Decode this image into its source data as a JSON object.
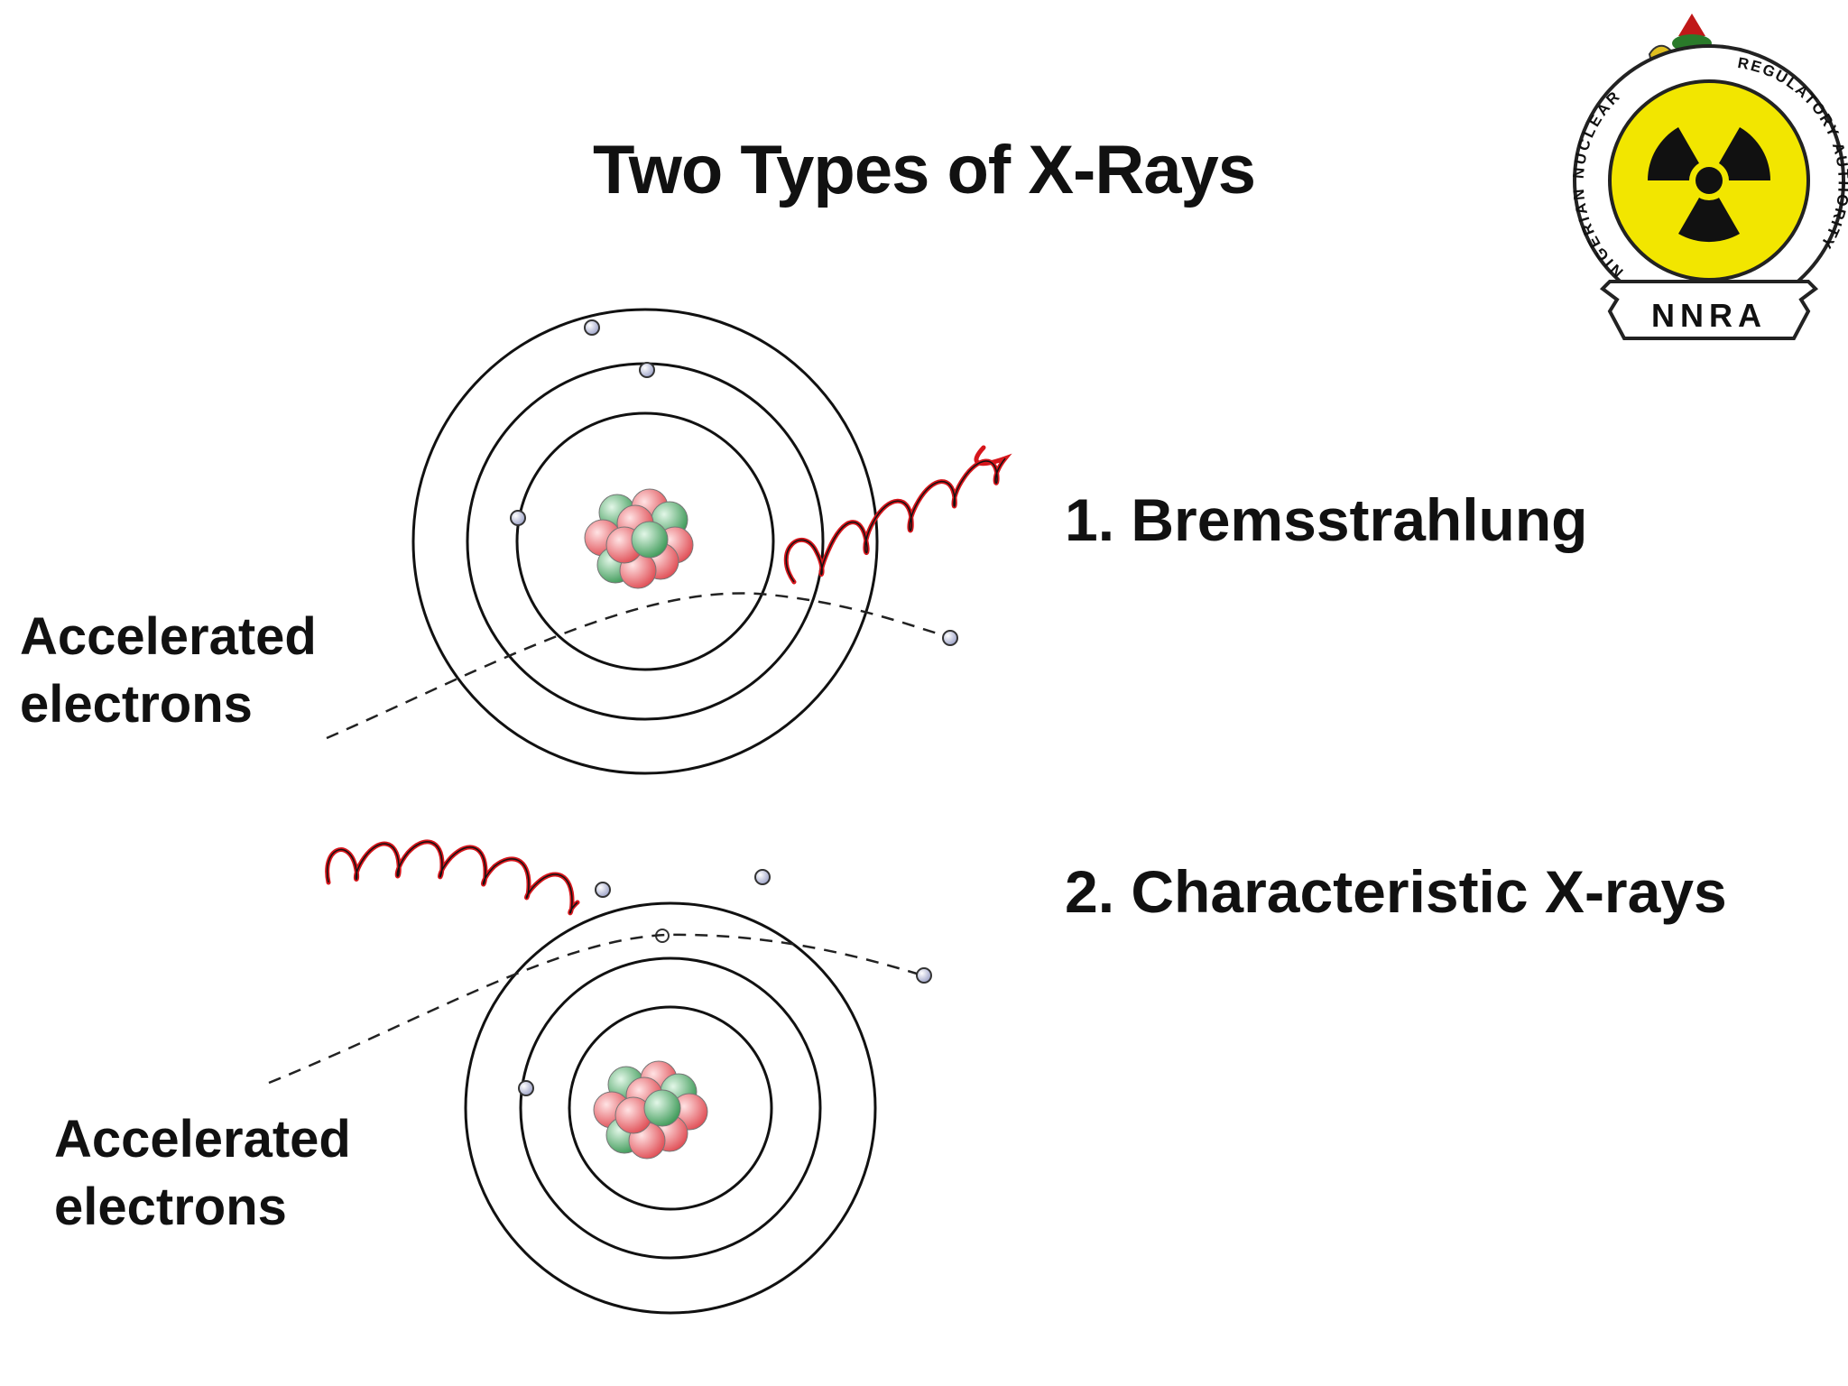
{
  "title": "Two Types of X-Rays",
  "logo": {
    "ring_text_left": "NIGERIAN NUCLEAR",
    "ring_text_right": "REGULATORY AUTHORITY",
    "abbreviation": "NNRA",
    "icon": "radiation-trefoil-icon",
    "colors": {
      "ring": "#ffffff",
      "disc": "#f2e600",
      "trefoil": "#111111",
      "outline": "#222222"
    }
  },
  "panel_1": {
    "incoming_label_line1": "Accelerated",
    "incoming_label_line2": "electrons",
    "type_label": "1. Bremsstrahlung"
  },
  "panel_2": {
    "incoming_label_line1": "Accelerated",
    "incoming_label_line2": "electrons",
    "type_label": "2. Characteristic X-rays"
  },
  "colors": {
    "proton": "#e86a6f",
    "neutron": "#5fb074",
    "electron": "#b9bedc",
    "xray": "#d6161c"
  }
}
